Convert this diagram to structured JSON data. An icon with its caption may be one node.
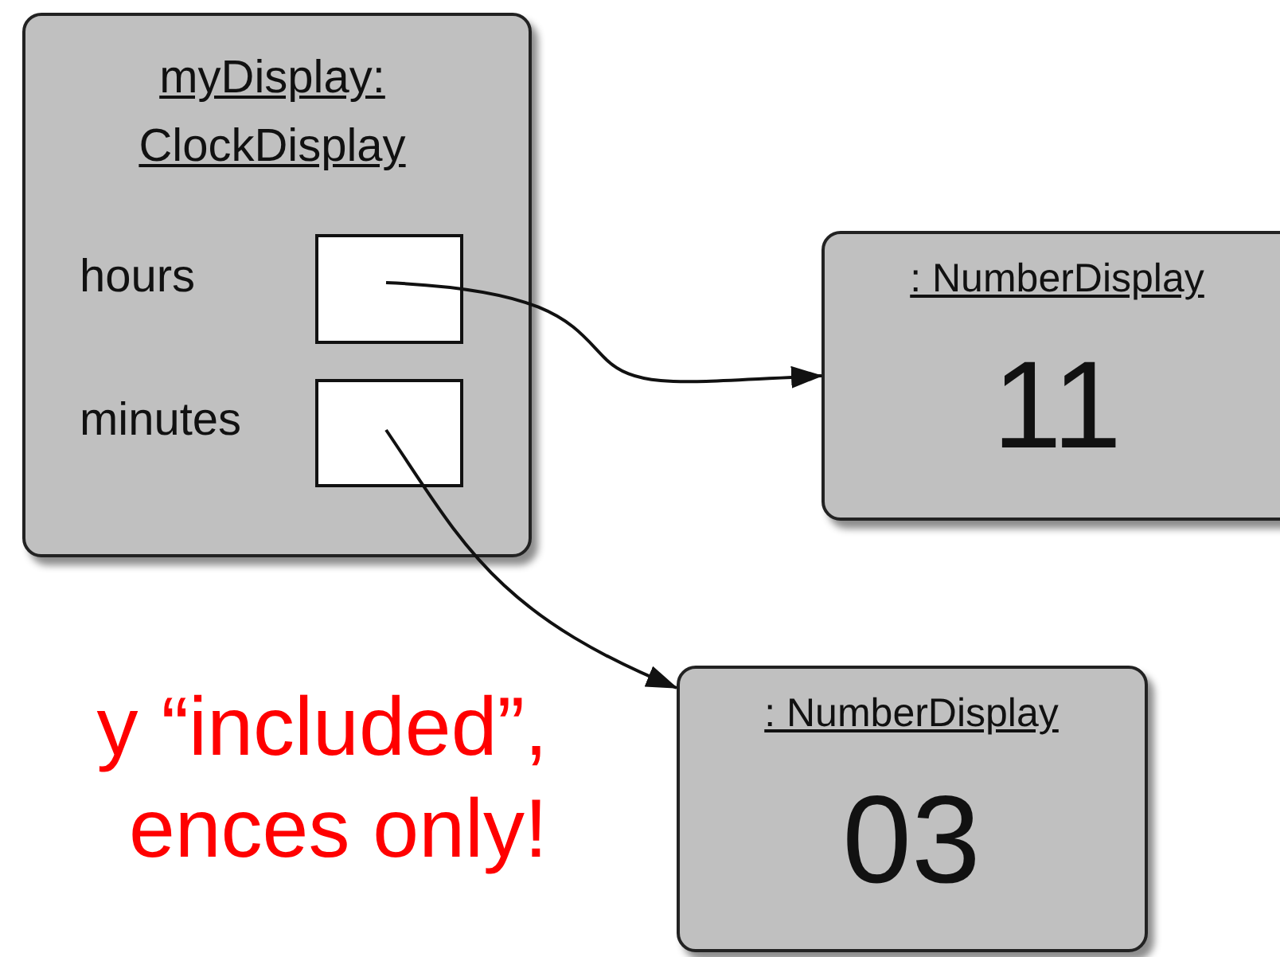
{
  "diagram": {
    "nodes": [
      {
        "text": [
          "myDisplay: ClockDisplay",
          "hours",
          "minutes"
        ]
      },
      {
        "text": [],
        "shape": "box",
        "in": 0
      },
      {
        "text": [],
        "shape": "box",
        "in": 0
      },
      {
        "text": [
          ": NumberDisplay",
          "11"
        ]
      },
      {
        "text": [
          ": NumberDisplay",
          "03"
        ]
      }
    ],
    "edges": [
      {
        "from": 1,
        "to": 3,
        "arrow": "to"
      },
      {
        "from": 2,
        "to": 4,
        "arrow": "to"
      }
    ],
    "labels": [
      "y “included”, ences only!"
    ]
  }
}
